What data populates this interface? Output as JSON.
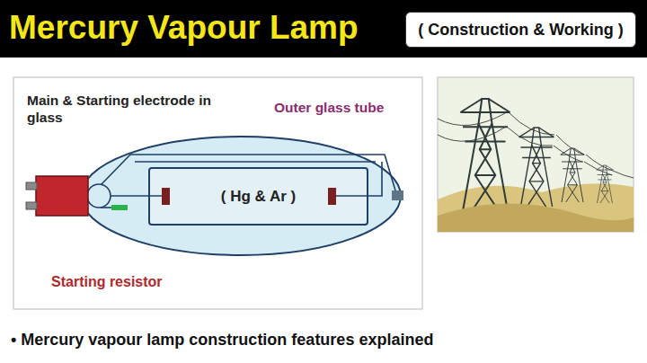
{
  "diagram": {
    "title": "Mercury Vapour Lamp",
    "caption": "• Mercury vapour lamp construction features explained",
    "nodes": [
      {
        "text": [
          "( Construction & Working )"
        ]
      },
      {
        "text": [
          "( Hg & Ar )"
        ]
      }
    ],
    "labels": [
      "Main & Starting electrode in glass",
      "Outer glass tube",
      "Starting resistor"
    ]
  }
}
